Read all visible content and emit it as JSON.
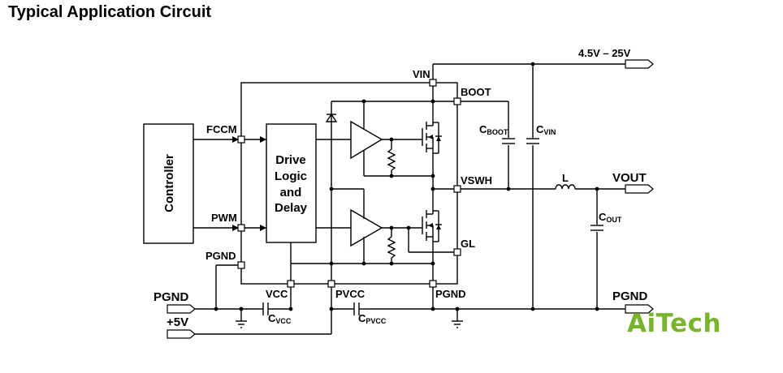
{
  "title": "Typical Application Circuit",
  "controller": "Controller",
  "drive_block": [
    "Drive",
    "Logic",
    "and",
    "Delay"
  ],
  "pins": {
    "fccm": "FCCM",
    "pwm": "PWM",
    "pgnd_left": "PGND",
    "vcc": "VCC",
    "pvcc": "PVCC",
    "pgnd_bottom": "PGND",
    "vin": "VIN",
    "boot": "BOOT",
    "vswh": "VSWH",
    "gl": "GL"
  },
  "components": {
    "cboot": {
      "main": "C",
      "sub": "BOOT"
    },
    "cvin": {
      "main": "C",
      "sub": "VIN"
    },
    "cout": {
      "main": "C",
      "sub": "OUT"
    },
    "cvcc": {
      "main": "C",
      "sub": "VCC"
    },
    "cpvcc": {
      "main": "C",
      "sub": "PVCC"
    },
    "inductor": "L"
  },
  "terminals": {
    "vin_range": "4.5V  –  25V",
    "vout": "VOUT",
    "pgnd_right": "PGND",
    "pgnd_left": "PGND",
    "plus5v": "+5V"
  },
  "watermark": "AiTech",
  "colors": {
    "line": "#000000",
    "watermark": "#7ab32e"
  }
}
